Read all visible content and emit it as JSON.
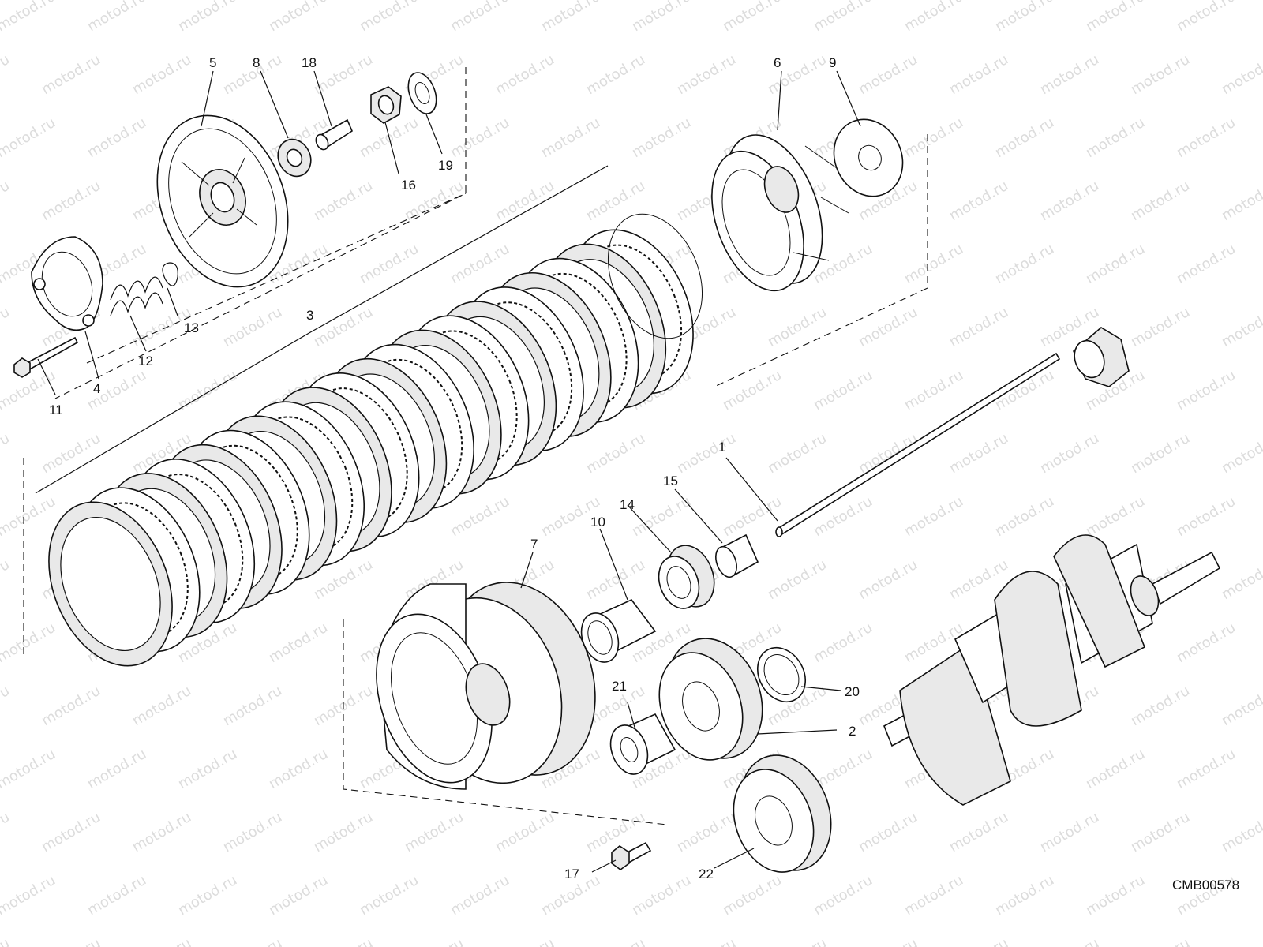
{
  "watermark": "motod.ru",
  "drawing_code": "CMB00578",
  "callouts": [
    "1",
    "2",
    "3",
    "4",
    "5",
    "6",
    "7",
    "8",
    "9",
    "10",
    "11",
    "12",
    "13",
    "14",
    "15",
    "16",
    "17",
    "18",
    "19",
    "20",
    "21",
    "22"
  ],
  "colors": {
    "ink": "#111111",
    "paper": "#ffffff",
    "watermark": "#dcdcdc"
  }
}
